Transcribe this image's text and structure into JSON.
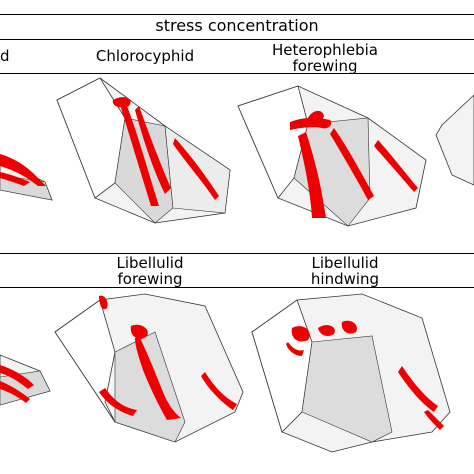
{
  "figure": {
    "header": "stress concentration",
    "top_row": {
      "labels": [
        {
          "lines": [
            "d"
          ]
        },
        {
          "lines": [
            "Chlorocyphid"
          ]
        },
        {
          "lines": [
            "Heterophlebia",
            "forewing"
          ]
        }
      ]
    },
    "bottom_row": {
      "labels": [
        {
          "lines": [
            "Libellulid",
            "forewing"
          ]
        },
        {
          "lines": [
            "Libellulid",
            "hindwing"
          ]
        }
      ]
    }
  },
  "colors": {
    "stress": "#ee0000",
    "surface": "#f3f3f3",
    "surface_shade": "#d9d9d9",
    "edge": "#333333"
  }
}
